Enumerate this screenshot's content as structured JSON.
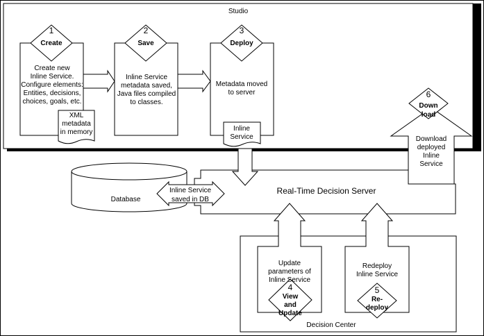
{
  "studio_label": "Studio",
  "steps": {
    "create": {
      "number": "1",
      "title": "Create",
      "body": [
        "Create new",
        "Inline Service.",
        "Configure elements:",
        "Entities, decisions,",
        "choices, goals, etc."
      ]
    },
    "save": {
      "number": "2",
      "title": "Save",
      "body": [
        "Inline Service",
        "metadata saved,",
        "Java files compiled",
        "to classes."
      ]
    },
    "deploy": {
      "number": "3",
      "title": "Deploy",
      "body": [
        "Metadata moved",
        "to server"
      ]
    },
    "view_update": {
      "number": "4",
      "title": [
        "View",
        "and",
        "Update"
      ],
      "body": [
        "Update",
        "parameters of",
        "Inline Service"
      ]
    },
    "redeploy": {
      "number": "5",
      "title": [
        "Re-",
        "deploy"
      ],
      "body": [
        "Redeploy",
        "Inline Service"
      ]
    },
    "download": {
      "number": "6",
      "title": [
        "Down",
        "load"
      ],
      "body": [
        "Download",
        "deployed",
        "Inline",
        "Service"
      ]
    }
  },
  "xml_note": [
    "XML",
    "metadata",
    "in memory"
  ],
  "inline_service_doc": [
    "Inline",
    "Service"
  ],
  "database_label": "Database",
  "saved_in_db": [
    "Inline Service",
    "saved in DB"
  ],
  "rtd_server_label": "Real-Time Decision Server",
  "decision_center_label": "Decision Center"
}
